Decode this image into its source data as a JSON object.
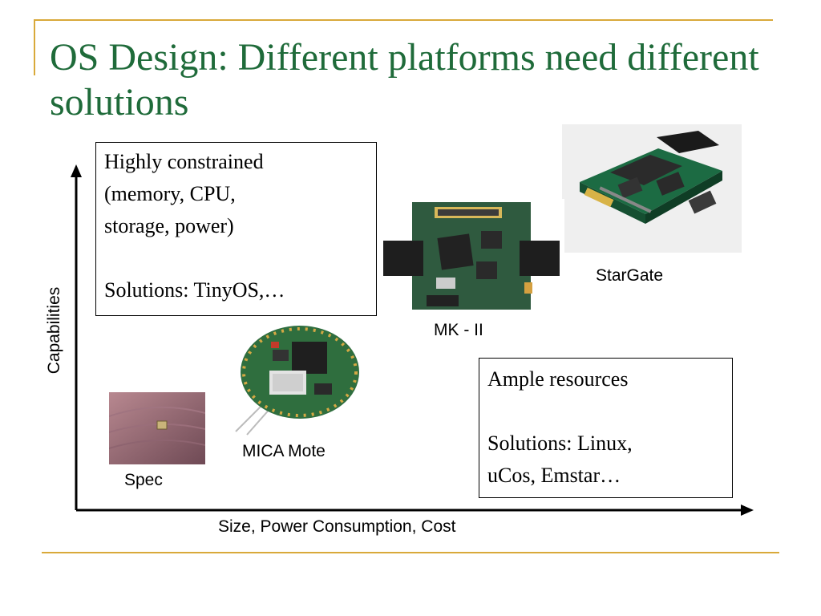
{
  "slide": {
    "title": "OS Design: Different platforms need different solutions",
    "colors": {
      "title": "#1f6b3a",
      "rule": "#d9a93a",
      "axis": "#000000"
    }
  },
  "axes": {
    "y_label": "Capabilities",
    "x_label": "Size, Power Consumption, Cost"
  },
  "boxes": {
    "constrained": {
      "line1": "Highly constrained",
      "line2": "(memory, CPU,",
      "line3": "storage, power)",
      "line4": "Solutions: TinyOS,…"
    },
    "ample": {
      "line1": "Ample resources",
      "line2": "Solutions: Linux,",
      "line3": "uCos, Emstar…"
    }
  },
  "platforms": {
    "stargate": "StarGate",
    "mk2": "MK - II",
    "mica": "MICA Mote",
    "spec": "Spec"
  }
}
